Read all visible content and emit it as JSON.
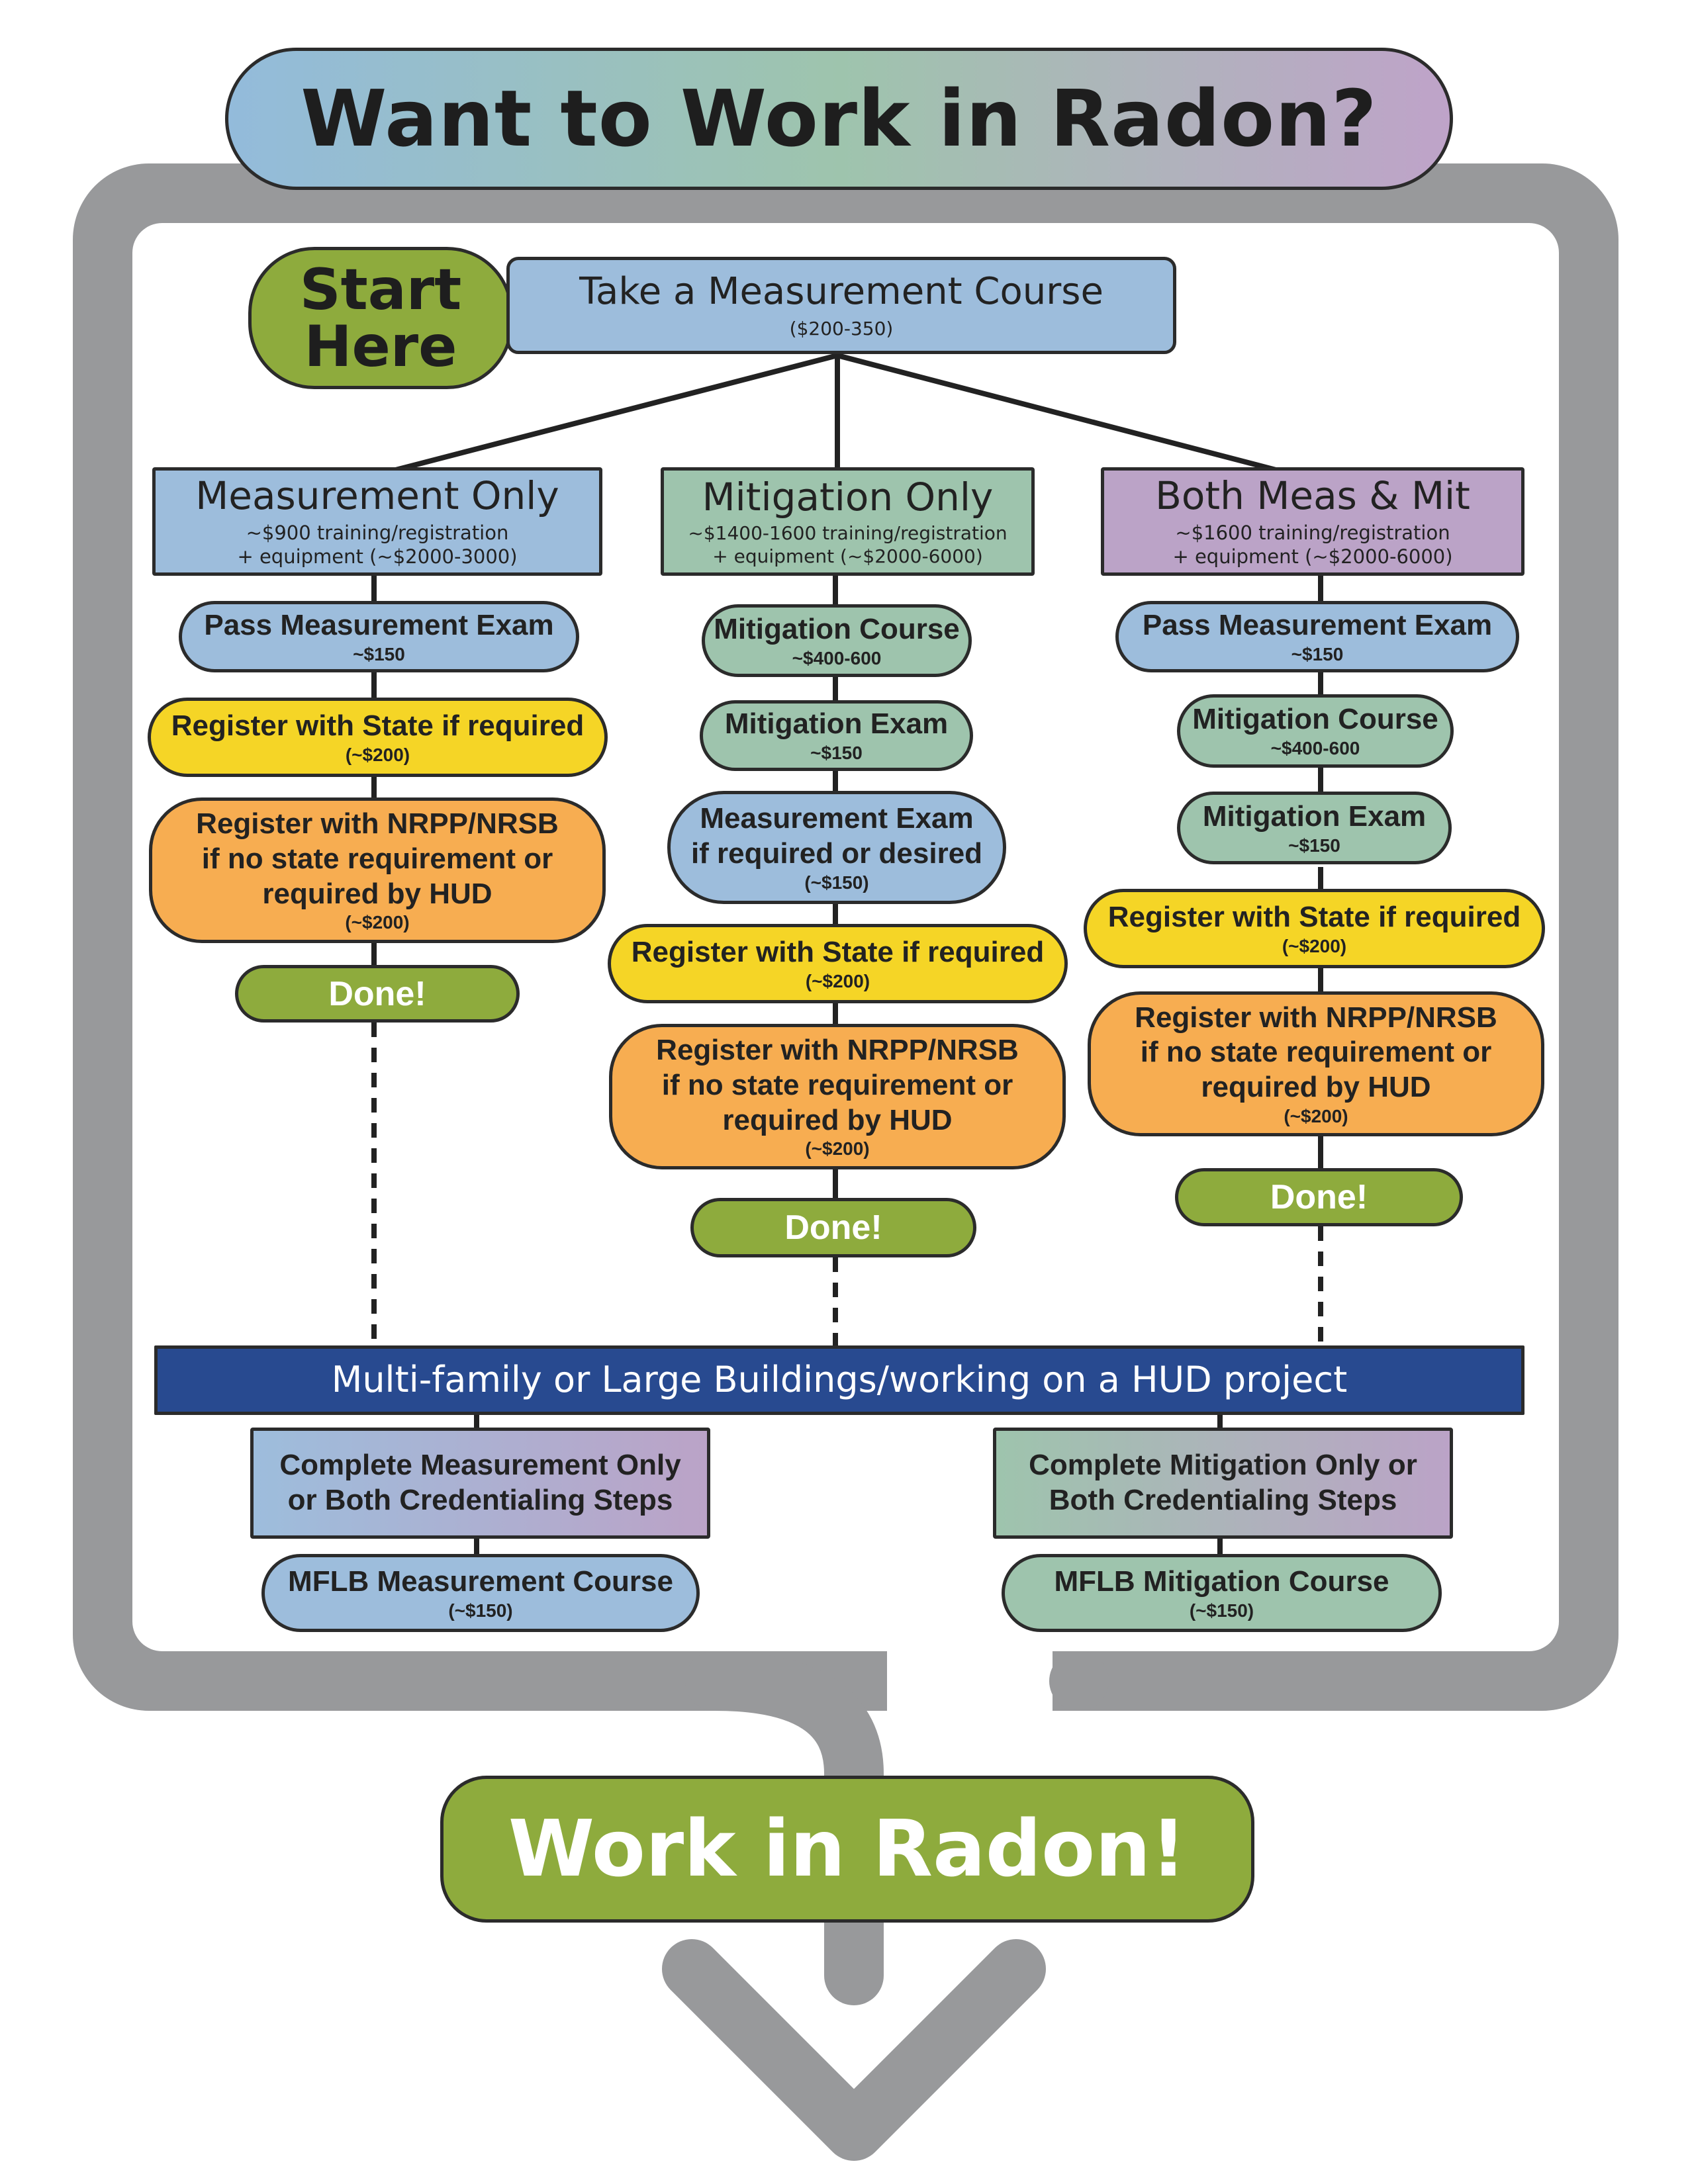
{
  "title": "Want to Work in Radon?",
  "start_badge": [
    "Start",
    "Here"
  ],
  "measurement_course": {
    "title": "Take a Measurement Course",
    "cost": "($200-350)"
  },
  "columns": {
    "measurement_only": {
      "header": {
        "title": "Measurement Only",
        "line1": "~$900 training/registration",
        "line2": "+ equipment (~$2000-3000)"
      },
      "steps": [
        {
          "lines": [
            "Pass Measurement Exam"
          ],
          "cost": "~$150"
        },
        {
          "lines": [
            "Register with State if required"
          ],
          "cost": "(~$200)"
        },
        {
          "lines": [
            "Register with NRPP/NRSB",
            "if no state requirement or",
            "required by HUD"
          ],
          "cost": "(~$200)"
        }
      ],
      "done": "Done!"
    },
    "mitigation_only": {
      "header": {
        "title": "Mitigation Only",
        "line1": "~$1400-1600 training/registration",
        "line2": "+ equipment (~$2000-6000)"
      },
      "steps": [
        {
          "lines": [
            "Mitigation Course"
          ],
          "cost": "~$400-600"
        },
        {
          "lines": [
            "Mitigation Exam"
          ],
          "cost": "~$150"
        },
        {
          "lines": [
            "Measurement Exam",
            "if required or desired"
          ],
          "cost": "(~$150)"
        },
        {
          "lines": [
            "Register with State if required"
          ],
          "cost": "(~$200)"
        },
        {
          "lines": [
            "Register with NRPP/NRSB",
            "if no state requirement or",
            "required by HUD"
          ],
          "cost": "(~$200)"
        }
      ],
      "done": "Done!"
    },
    "both": {
      "header": {
        "title": "Both Meas & Mit",
        "line1": "~$1600 training/registration",
        "line2": "+ equipment (~$2000-6000)"
      },
      "steps": [
        {
          "lines": [
            "Pass Measurement Exam"
          ],
          "cost": "~$150"
        },
        {
          "lines": [
            "Mitigation Course"
          ],
          "cost": "~$400-600"
        },
        {
          "lines": [
            "Mitigation Exam"
          ],
          "cost": "~$150"
        },
        {
          "lines": [
            "Register with State if required"
          ],
          "cost": "(~$200)"
        },
        {
          "lines": [
            "Register with NRPP/NRSB",
            "if no state requirement or",
            "required by HUD"
          ],
          "cost": "(~$200)"
        }
      ],
      "done": "Done!"
    }
  },
  "mflb": {
    "banner": "Multi-family or Large Buildings/working on a HUD project",
    "left": {
      "box": [
        "Complete Measurement Only",
        "or Both Credentialing Steps"
      ],
      "course": "MFLB Measurement Course",
      "cost": "(~$150)"
    },
    "right": {
      "box": [
        "Complete Mitigation Only or",
        "Both Credentialing Steps"
      ],
      "course": "MFLB Mitigation Course",
      "cost": "(~$150)"
    }
  },
  "final": "Work in Radon!",
  "colors": {
    "blue": "#9dbddc",
    "green": "#9ec4ad",
    "purple": "#bba3c7",
    "yellow": "#f5d526",
    "orange": "#f7ad51",
    "lime": "#8eab3d",
    "navy": "#284a90",
    "frame": "#98999b"
  }
}
